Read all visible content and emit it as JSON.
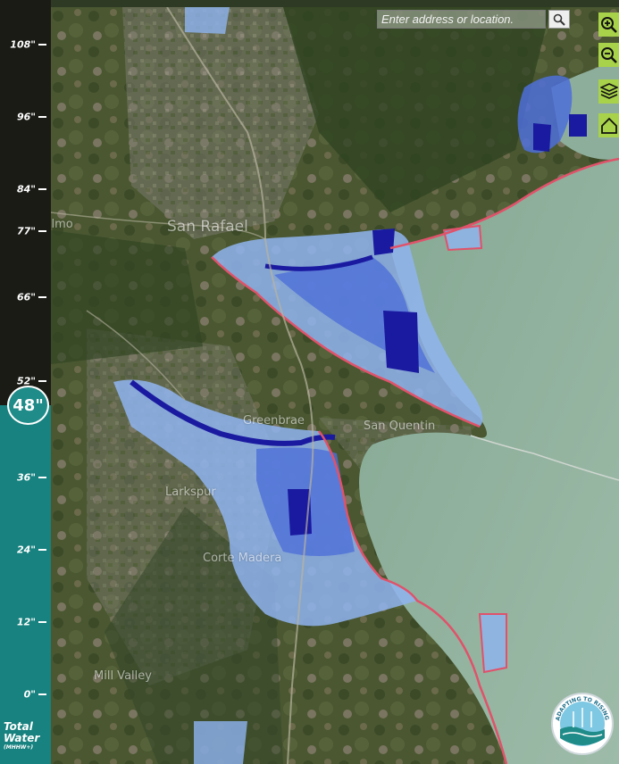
{
  "search": {
    "placeholder": "Enter address or location."
  },
  "controls": [
    {
      "name": "zoom-in",
      "icon": "zoom-in-icon"
    },
    {
      "name": "zoom-out",
      "icon": "zoom-out-icon"
    },
    {
      "name": "layers",
      "icon": "layers-icon"
    },
    {
      "name": "home",
      "icon": "home-icon"
    }
  ],
  "water_level": {
    "ticks": [
      {
        "label": "108\"",
        "value": 108
      },
      {
        "label": "96\"",
        "value": 96
      },
      {
        "label": "84\"",
        "value": 84
      },
      {
        "label": "77\"",
        "value": 77
      },
      {
        "label": "66\"",
        "value": 66
      },
      {
        "label": "52\"",
        "value": 52
      },
      {
        "label": "36\"",
        "value": 36
      },
      {
        "label": "24\"",
        "value": 24
      },
      {
        "label": "12\"",
        "value": 12
      },
      {
        "label": "0\"",
        "value": 0
      }
    ],
    "current_label": "48\"",
    "current_value": 48,
    "title_line1": "Total",
    "title_line2": "Water",
    "title_sub": "(MHHW+)"
  },
  "places": {
    "san_rafael": "San Rafael",
    "san_anselmo": "San Anselmo",
    "greenbrae": "Greenbrae",
    "san_quentin": "San Quentin",
    "larkspur": "Larkspur",
    "corte_madera": "Corte Madera",
    "mill_valley": "Mill Valley"
  },
  "logo": {
    "text": "ADAPTING TO RISING TIDES"
  },
  "colors": {
    "panel_dark": "#1b1b16",
    "panel_teal": "#17827f",
    "control_green": "#a8d24a",
    "flood_light": "#8fb4f0",
    "flood_mid": "#4d6fd8",
    "flood_deep": "#1a1aa0",
    "shoreline": "#e0526a",
    "bay_water": "#8fb09c",
    "land": "#4d5a33"
  }
}
